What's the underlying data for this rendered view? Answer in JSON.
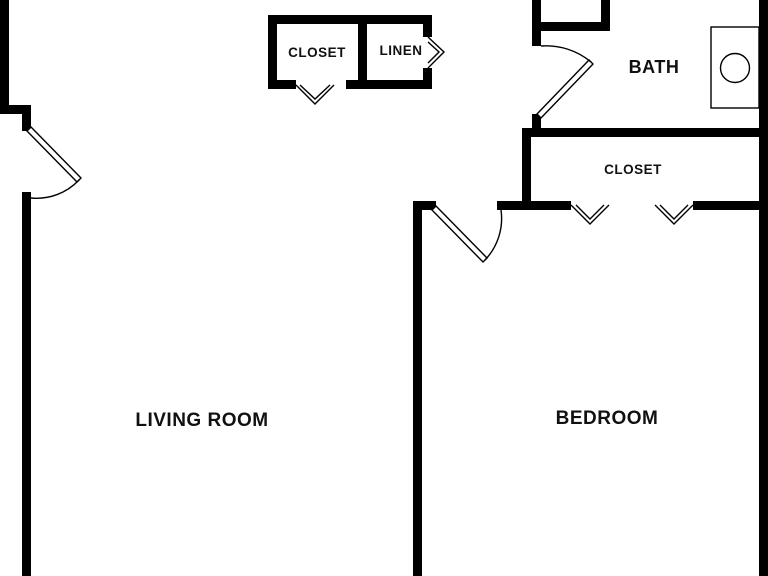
{
  "rooms": {
    "living_room": "LIVING ROOM",
    "bedroom": "BEDROOM",
    "bath": "BATH",
    "closet_hall": "CLOSET",
    "linen": "LINEN",
    "closet_bedroom": "CLOSET"
  },
  "colors": {
    "wall": "#000000",
    "background": "#ffffff",
    "label": "#111111"
  }
}
